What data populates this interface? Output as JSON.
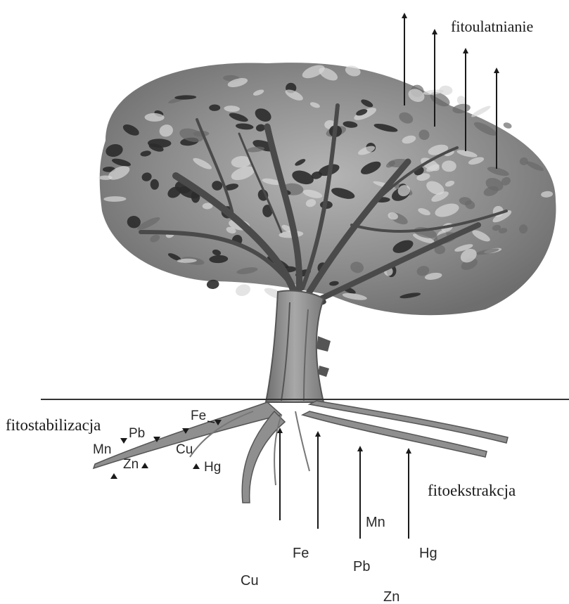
{
  "labels": {
    "volatilization": "fitoulatnianie",
    "stabilization": "fitostabilizacja",
    "extraction": "fitoekstrakcja"
  },
  "stabilization_elements": {
    "fe": "Fe",
    "pb": "Pb",
    "mn": "Mn",
    "cu": "Cu",
    "zn": "Zn",
    "hg": "Hg"
  },
  "extraction_elements": {
    "cu": "Cu",
    "fe": "Fe",
    "mn": "Mn",
    "pb": "Pb",
    "zn": "Zn",
    "hg": "Hg"
  },
  "colors": {
    "canopy_dark": "#2b2b2b",
    "canopy_mid": "#8a8a8a",
    "trunk": "#9a9a9a",
    "ground_line": "#333333",
    "arrow": "#1a1a1a"
  }
}
